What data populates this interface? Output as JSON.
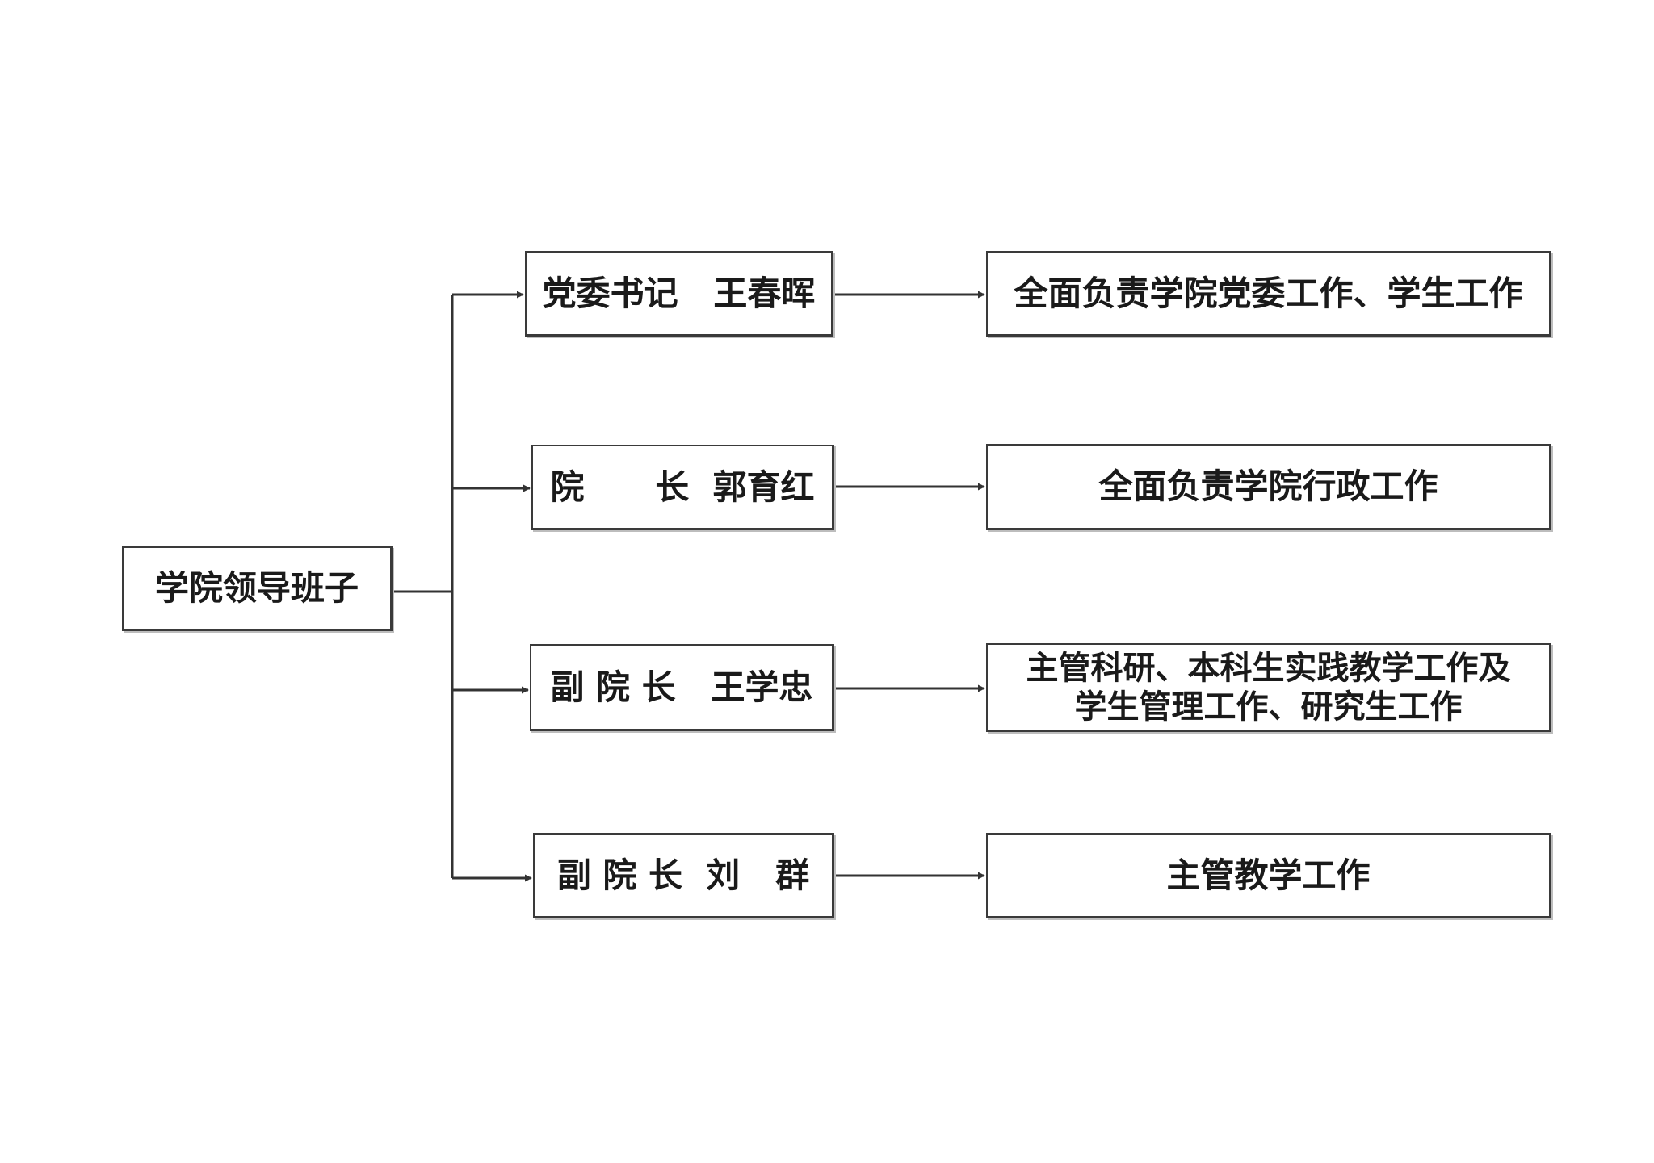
{
  "root": {
    "label": "学院领导班子"
  },
  "roles": [
    {
      "label": "党委书记   王春晖",
      "duty": "全面负责学院党委工作、学生工作"
    },
    {
      "label": "院      长  郭育红",
      "duty": "全面负责学院行政工作"
    },
    {
      "label": "副 院 长   王学忠",
      "duty": "主管科研、本科生实践教学工作及\n学生管理工作、研究生工作"
    },
    {
      "label": "副 院 长  刘   群",
      "duty": "主管教学工作"
    }
  ],
  "colors": {
    "line": "#333333",
    "border": "#3a3a3a",
    "text": "#1a1a1a",
    "background": "#ffffff"
  }
}
